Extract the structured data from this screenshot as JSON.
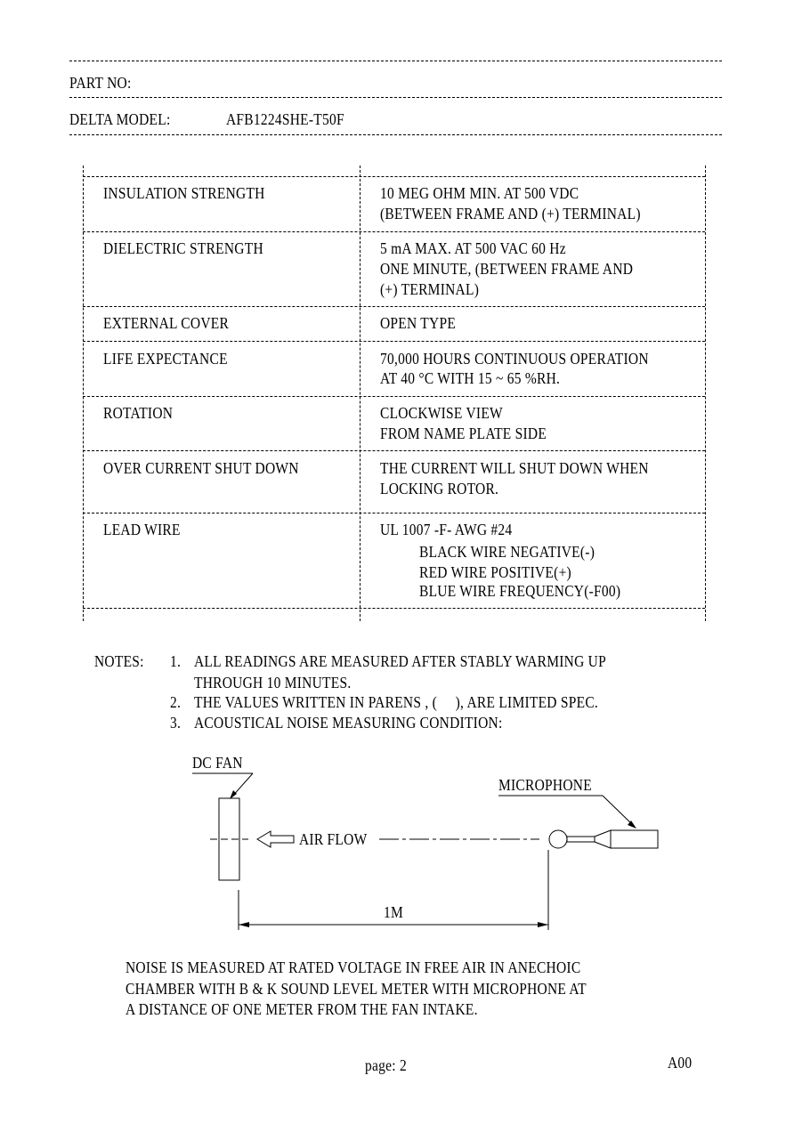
{
  "header": {
    "part_no_label": "PART NO:",
    "part_no_value": "",
    "model_label": "DELTA MODEL:",
    "model_value": "AFB1224SHE-T50F"
  },
  "specs": [
    {
      "label": "INSULATION STRENGTH",
      "lines": [
        "10 MEG OHM MIN. AT 500 VDC",
        "(BETWEEN FRAME AND (+) TERMINAL)"
      ]
    },
    {
      "label": "DIELECTRIC STRENGTH",
      "lines": [
        "5 mA MAX. AT 500 VAC 60 Hz",
        "ONE MINUTE, (BETWEEN FRAME AND",
        "(+) TERMINAL)"
      ]
    },
    {
      "label": "EXTERNAL COVER",
      "lines": [
        "OPEN TYPE"
      ]
    },
    {
      "label": "LIFE EXPECTANCE",
      "lines": [
        "70,000 HOURS CONTINUOUS OPERATION",
        "AT 40 °C WITH 15 ~ 65 %RH."
      ]
    },
    {
      "label": "ROTATION",
      "lines": [
        "CLOCKWISE VIEW",
        "FROM NAME PLATE SIDE"
      ]
    },
    {
      "label": "OVER CURRENT SHUT DOWN",
      "lines": [
        "THE CURRENT WILL SHUT DOWN WHEN",
        "LOCKING ROTOR."
      ]
    },
    {
      "label": "LEAD WIRE",
      "lines": [
        "UL 1007 -F- AWG #24"
      ],
      "sub": [
        "BLACK WIRE NEGATIVE(-)",
        "RED WIRE POSITIVE(+)",
        "BLUE WIRE FREQUENCY(-F00)"
      ]
    }
  ],
  "notes": {
    "label": "NOTES:",
    "items": [
      {
        "num": "1.",
        "lines": [
          "ALL READINGS ARE MEASURED AFTER STABLY WARMING UP",
          "THROUGH 10 MINUTES."
        ]
      },
      {
        "num": "2.",
        "lines": [
          "THE VALUES WRITTEN IN PARENS , (     ), ARE LIMITED SPEC."
        ]
      },
      {
        "num": "3.",
        "lines": [
          "ACOUSTICAL NOISE MEASURING CONDITION:"
        ]
      }
    ]
  },
  "diagram": {
    "fan_label": "DC FAN",
    "mic_label": "MICROPHONE",
    "airflow_label": "AIR FLOW",
    "distance_label": "1M"
  },
  "noise_text": [
    "NOISE IS MEASURED AT RATED VOLTAGE IN FREE AIR IN ANECHOIC",
    "CHAMBER WITH B & K SOUND LEVEL METER WITH MICROPHONE AT",
    "A DISTANCE OF ONE METER FROM THE FAN INTAKE."
  ],
  "footer": {
    "page": "page: 2",
    "rev": "A00"
  }
}
